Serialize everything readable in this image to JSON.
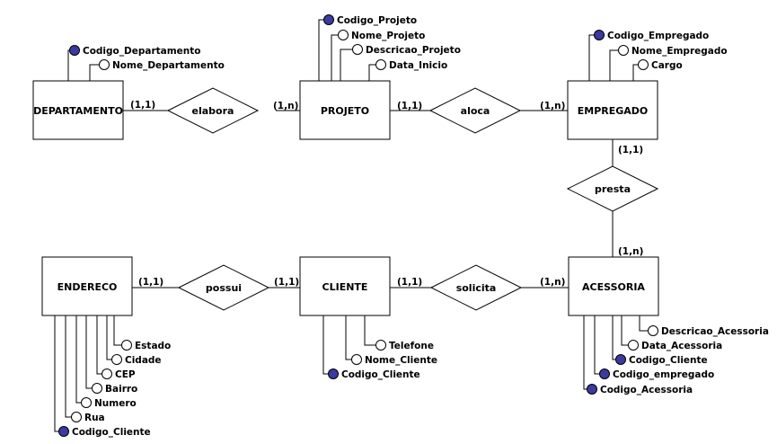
{
  "entities": {
    "departamento": "DEPARTAMENTO",
    "projeto": "PROJETO",
    "empregado": "EMPREGADO",
    "endereco": "ENDERECO",
    "cliente": "CLIENTE",
    "acessoria": "ACESSORIA"
  },
  "relationships": {
    "elabora": "elabora",
    "aloca": "aloca",
    "presta": "presta",
    "possui": "possui",
    "solicita": "solicita"
  },
  "cardinalities": {
    "elabora_left": "(1,1)",
    "elabora_right": "(1,n)",
    "aloca_left": "(1,1)",
    "aloca_right": "(1,n)",
    "presta_top": "(1,1)",
    "presta_bottom": "(1,n)",
    "possui_left": "(1,1)",
    "possui_right": "(1,1)",
    "solicita_left": "(1,1)",
    "solicita_right": "(1,n)"
  },
  "attributes": {
    "departamento": [
      {
        "label": "Codigo_Departamento",
        "key": true
      },
      {
        "label": "Nome_Departamento",
        "key": false
      }
    ],
    "projeto": [
      {
        "label": "Codigo_Projeto",
        "key": true
      },
      {
        "label": "Nome_Projeto",
        "key": false
      },
      {
        "label": "Descricao_Projeto",
        "key": false
      },
      {
        "label": "Data_Inicio",
        "key": false
      }
    ],
    "empregado": [
      {
        "label": "Codigo_Empregado",
        "key": true
      },
      {
        "label": "Nome_Empregado",
        "key": false
      },
      {
        "label": "Cargo",
        "key": false
      }
    ],
    "endereco": [
      {
        "label": "Estado",
        "key": false
      },
      {
        "label": "Cidade",
        "key": false
      },
      {
        "label": "CEP",
        "key": false
      },
      {
        "label": "Bairro",
        "key": false
      },
      {
        "label": "Numero",
        "key": false
      },
      {
        "label": "Rua",
        "key": false
      },
      {
        "label": "Codigo_Cliente",
        "key": true
      }
    ],
    "cliente": [
      {
        "label": "Telefone",
        "key": false
      },
      {
        "label": "Nome_Cliente",
        "key": false
      },
      {
        "label": "Codigo_Cliente",
        "key": true
      }
    ],
    "acessoria": [
      {
        "label": "Descricao_Acessoria",
        "key": false
      },
      {
        "label": "Data_Acessoria",
        "key": false
      },
      {
        "label": "Codigo_Cliente",
        "key": true
      },
      {
        "label": "Codigo_empregado",
        "key": true
      },
      {
        "label": "Codigo_Acessoria",
        "key": true
      }
    ]
  },
  "colors": {
    "key_fill": "#3a3aa0",
    "stroke": "#000000",
    "background": "#ffffff"
  }
}
